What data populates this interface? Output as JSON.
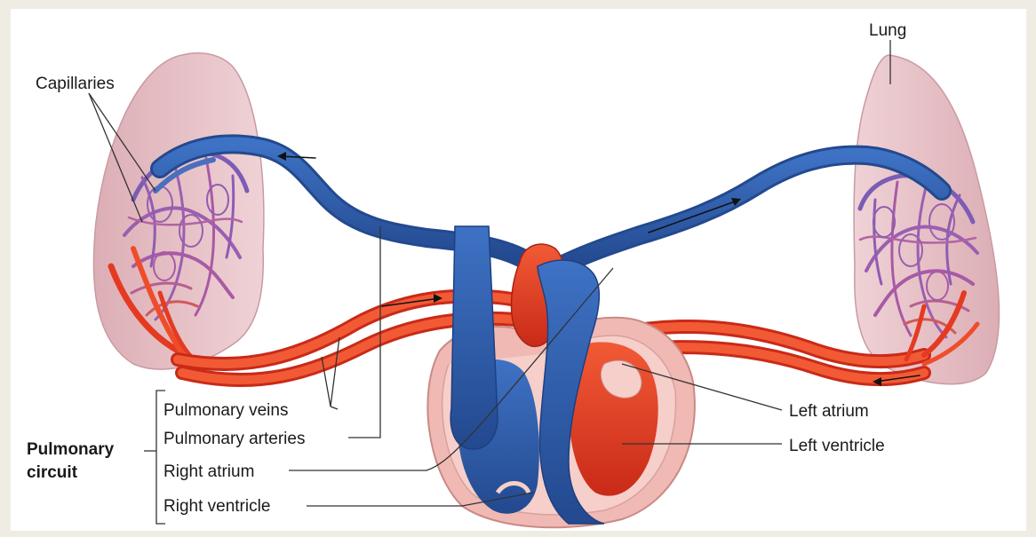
{
  "labels": {
    "capillaries": "Capillaries",
    "lung": "Lung",
    "pulmonary_veins": "Pulmonary veins",
    "pulmonary_arteries": "Pulmonary arteries",
    "right_atrium": "Right atrium",
    "right_ventricle": "Right ventricle",
    "left_atrium": "Left atrium",
    "left_ventricle": "Left ventricle",
    "circuit_line1": "Pulmonary",
    "circuit_line2": "circuit"
  },
  "colors": {
    "background": "#efece4",
    "panel": "#ffffff",
    "lung": "#e8c2c8",
    "vein_blue": "#2f5fae",
    "artery_red": "#e43a22",
    "capillary_purple": "#9a5fb0",
    "heart_wall": "#f0b9b4"
  }
}
